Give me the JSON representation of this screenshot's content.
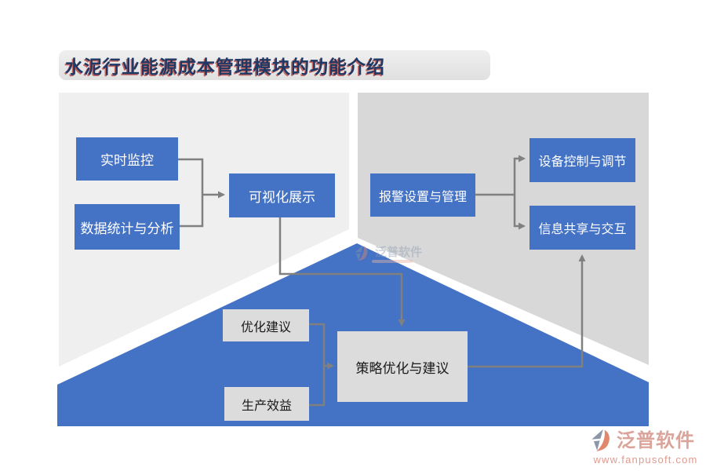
{
  "title": {
    "text": "水泥行业能源成本管理模块的功能介绍"
  },
  "nodes": {
    "realtime_monitoring": "实时监控",
    "data_statistics": "数据统计与分析",
    "visualization": "可视化展示",
    "alarm_management": "报警设置与管理",
    "device_control": "设备控制与调节",
    "info_sharing": "信息共享与交互",
    "optimization_advice": "优化建议",
    "production_benefit": "生产效益",
    "strategy_optimization": "策略优化与建议"
  },
  "watermark": {
    "text": "泛普软件"
  },
  "footer": {
    "brand": "泛普软件",
    "url": "www.fanpusoft.com"
  },
  "colors": {
    "node_blue": "#4472c4",
    "triangle_blue": "#4472c4",
    "left_panel_gray": "#efefef",
    "right_panel_gray": "#d8d8d8",
    "node_gray": "#dcdcdc",
    "connector_gray": "#808080",
    "title_text": "#1f3864",
    "title_shadow_red": "#b93c37",
    "brand_salmon": "#dba49b"
  }
}
